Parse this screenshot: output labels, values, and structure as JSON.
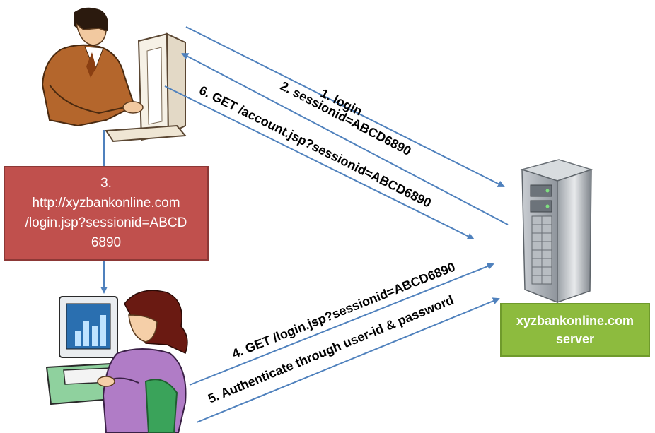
{
  "colors": {
    "arrow": "#4f81bd",
    "attacker_box_fill": "#c0504d",
    "attacker_box_border": "#8c3836",
    "server_box_fill": "#8dbb3e",
    "server_box_border": "#6f9a2c"
  },
  "icons": {
    "attacker": "man-at-computer-icon",
    "victim": "woman-at-computer-icon",
    "server": "server-tower-icon"
  },
  "steps": {
    "s1": "1. login",
    "s2": "2. sessionid=ABCD6890",
    "s3_lines": [
      "3.",
      "http://xyzbankonline.com",
      "/login.jsp?sessionid=ABCD",
      "6890"
    ],
    "s4": "4. GET /login.jsp?sessionid=ABCD6890",
    "s5": "5. Authenticate through user-id & password",
    "s6": "6. GET /account.jsp?sessionid=ABCD6890"
  },
  "server_label": [
    "xyzbankonline.com",
    "server"
  ]
}
